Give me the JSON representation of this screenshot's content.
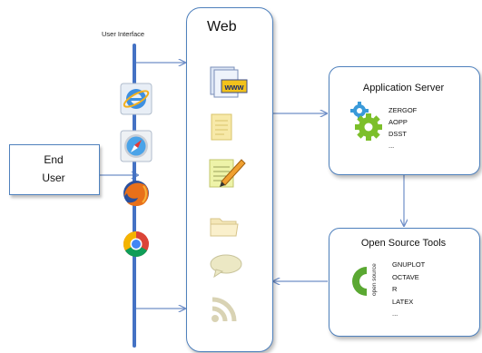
{
  "user_interface": {
    "label": "User Interface"
  },
  "end_user": {
    "label_line1": "End",
    "label_line2": "User"
  },
  "web": {
    "title": "Web",
    "icons": [
      "www-page-icon",
      "notepad-icon",
      "edit-document-icon",
      "folder-icon",
      "speech-bubble-icon",
      "rss-feed-icon"
    ]
  },
  "browsers": [
    "internet-explorer-icon",
    "safari-icon",
    "firefox-icon",
    "chrome-icon"
  ],
  "application_server": {
    "title": "Application Server",
    "items": [
      "ZERGOF",
      "AOPP",
      "DSST",
      "..."
    ]
  },
  "open_source_tools": {
    "title": "Open Source Tools",
    "logo_text": "open source",
    "items": [
      "GNUPLOT",
      "OCTAVE",
      "R",
      "LATEX",
      "..."
    ]
  },
  "colors": {
    "line": "#4472c4",
    "border": "#4f81bd",
    "arrow": "#7f9fcf"
  }
}
